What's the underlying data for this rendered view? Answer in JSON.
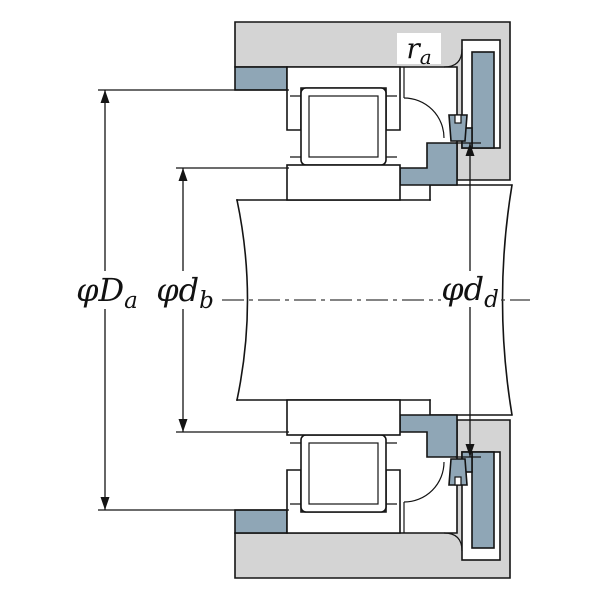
{
  "labels": {
    "Da": {
      "main": "φD",
      "sub": "a"
    },
    "db": {
      "main": "φd",
      "sub": "b"
    },
    "dd": {
      "main": "φd",
      "sub": "d"
    },
    "ra": {
      "main": "r",
      "sub": "a"
    }
  },
  "colors": {
    "background": "#ffffff",
    "housing_fill": "#d4d4d4",
    "ring_fill": "#8fa6b6",
    "line": "#141414",
    "centerline": "#3a3a3a"
  }
}
